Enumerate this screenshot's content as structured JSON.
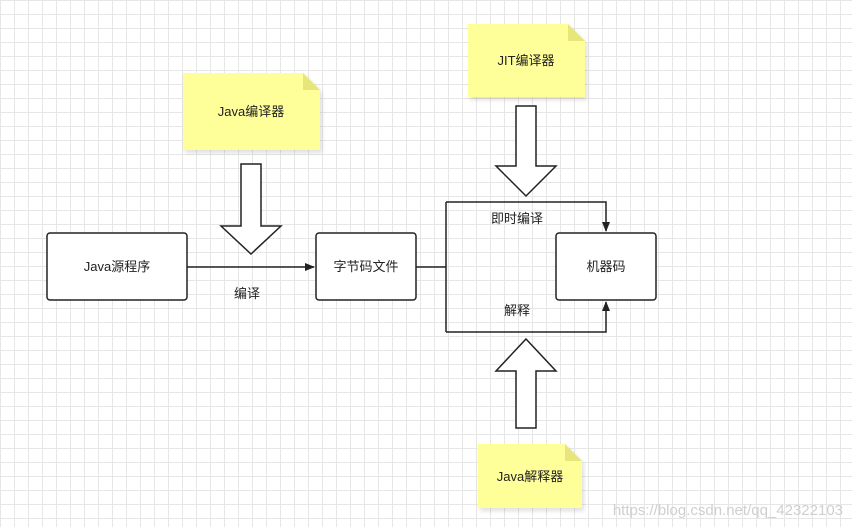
{
  "nodes": {
    "source": "Java源程序",
    "bytecode": "字节码文件",
    "machine": "机器码"
  },
  "notes": {
    "javac": "Java编译器",
    "jit": "JIT编译器",
    "interpreter": "Java解释器"
  },
  "edges": {
    "compile": "编译",
    "jit_compile": "即时编译",
    "interpret": "解释"
  },
  "watermark": "https://blog.csdn.net/qq_42322103",
  "colors": {
    "note_fill": "#ffff99",
    "note_fold": "#e6e67a",
    "stroke": "#222222",
    "grid": "#e6e6e6"
  }
}
